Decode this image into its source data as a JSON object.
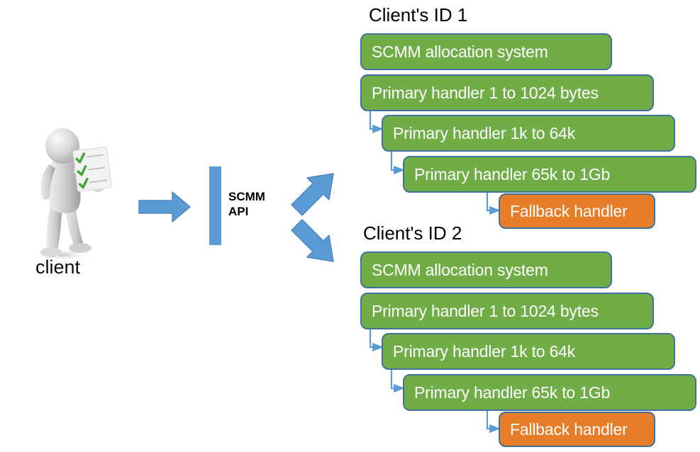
{
  "diagram": {
    "title_font_color": "#000000",
    "background": "#ffffff",
    "colors": {
      "green_node": "#70AD47",
      "orange_node": "#E87D27",
      "node_border": "#41719C",
      "arrow_blue": "#5B9BD5",
      "arrow_blue_border": "#41719C",
      "connector_blue": "#5B9BD5",
      "api_bar": "#5B9BD5",
      "figure_grey": "#CFCFCF",
      "check_green": "#3FA535"
    },
    "actor": {
      "label": "client",
      "icon": "person-with-checklist-icon"
    },
    "api": {
      "label_line1": "SCMM",
      "label_line2": "API",
      "bar_icon": "vertical-bar-icon"
    },
    "flow_arrows": [
      {
        "name": "arrow-client-to-api",
        "direction": "right"
      },
      {
        "name": "arrow-api-to-client-1",
        "direction": "up-right"
      },
      {
        "name": "arrow-api-to-client-2",
        "direction": "down-right"
      }
    ],
    "groups": [
      {
        "title": "Client's ID 1",
        "nodes": [
          {
            "label": "SCMM allocation system",
            "kind": "green",
            "indent": 0,
            "connector": false
          },
          {
            "label": "Primary handler 1 to 1024 bytes",
            "kind": "green",
            "indent": 0,
            "connector": false
          },
          {
            "label": "Primary handler 1k to 64k",
            "kind": "green",
            "indent": 1,
            "connector": true
          },
          {
            "label": "Primary handler 65k to 1Gb",
            "kind": "green",
            "indent": 2,
            "connector": true
          },
          {
            "label": "Fallback handler",
            "kind": "orange",
            "indent": 3,
            "connector": true
          }
        ]
      },
      {
        "title": "Client's ID 2",
        "nodes": [
          {
            "label": "SCMM allocation system",
            "kind": "green",
            "indent": 0,
            "connector": false
          },
          {
            "label": "Primary handler 1 to 1024 bytes",
            "kind": "green",
            "indent": 0,
            "connector": false
          },
          {
            "label": "Primary handler 1k to 64k",
            "kind": "green",
            "indent": 1,
            "connector": true
          },
          {
            "label": "Primary handler 65k to 1Gb",
            "kind": "green",
            "indent": 2,
            "connector": true
          },
          {
            "label": "Fallback handler",
            "kind": "orange",
            "indent": 3,
            "connector": true
          }
        ]
      }
    ]
  }
}
